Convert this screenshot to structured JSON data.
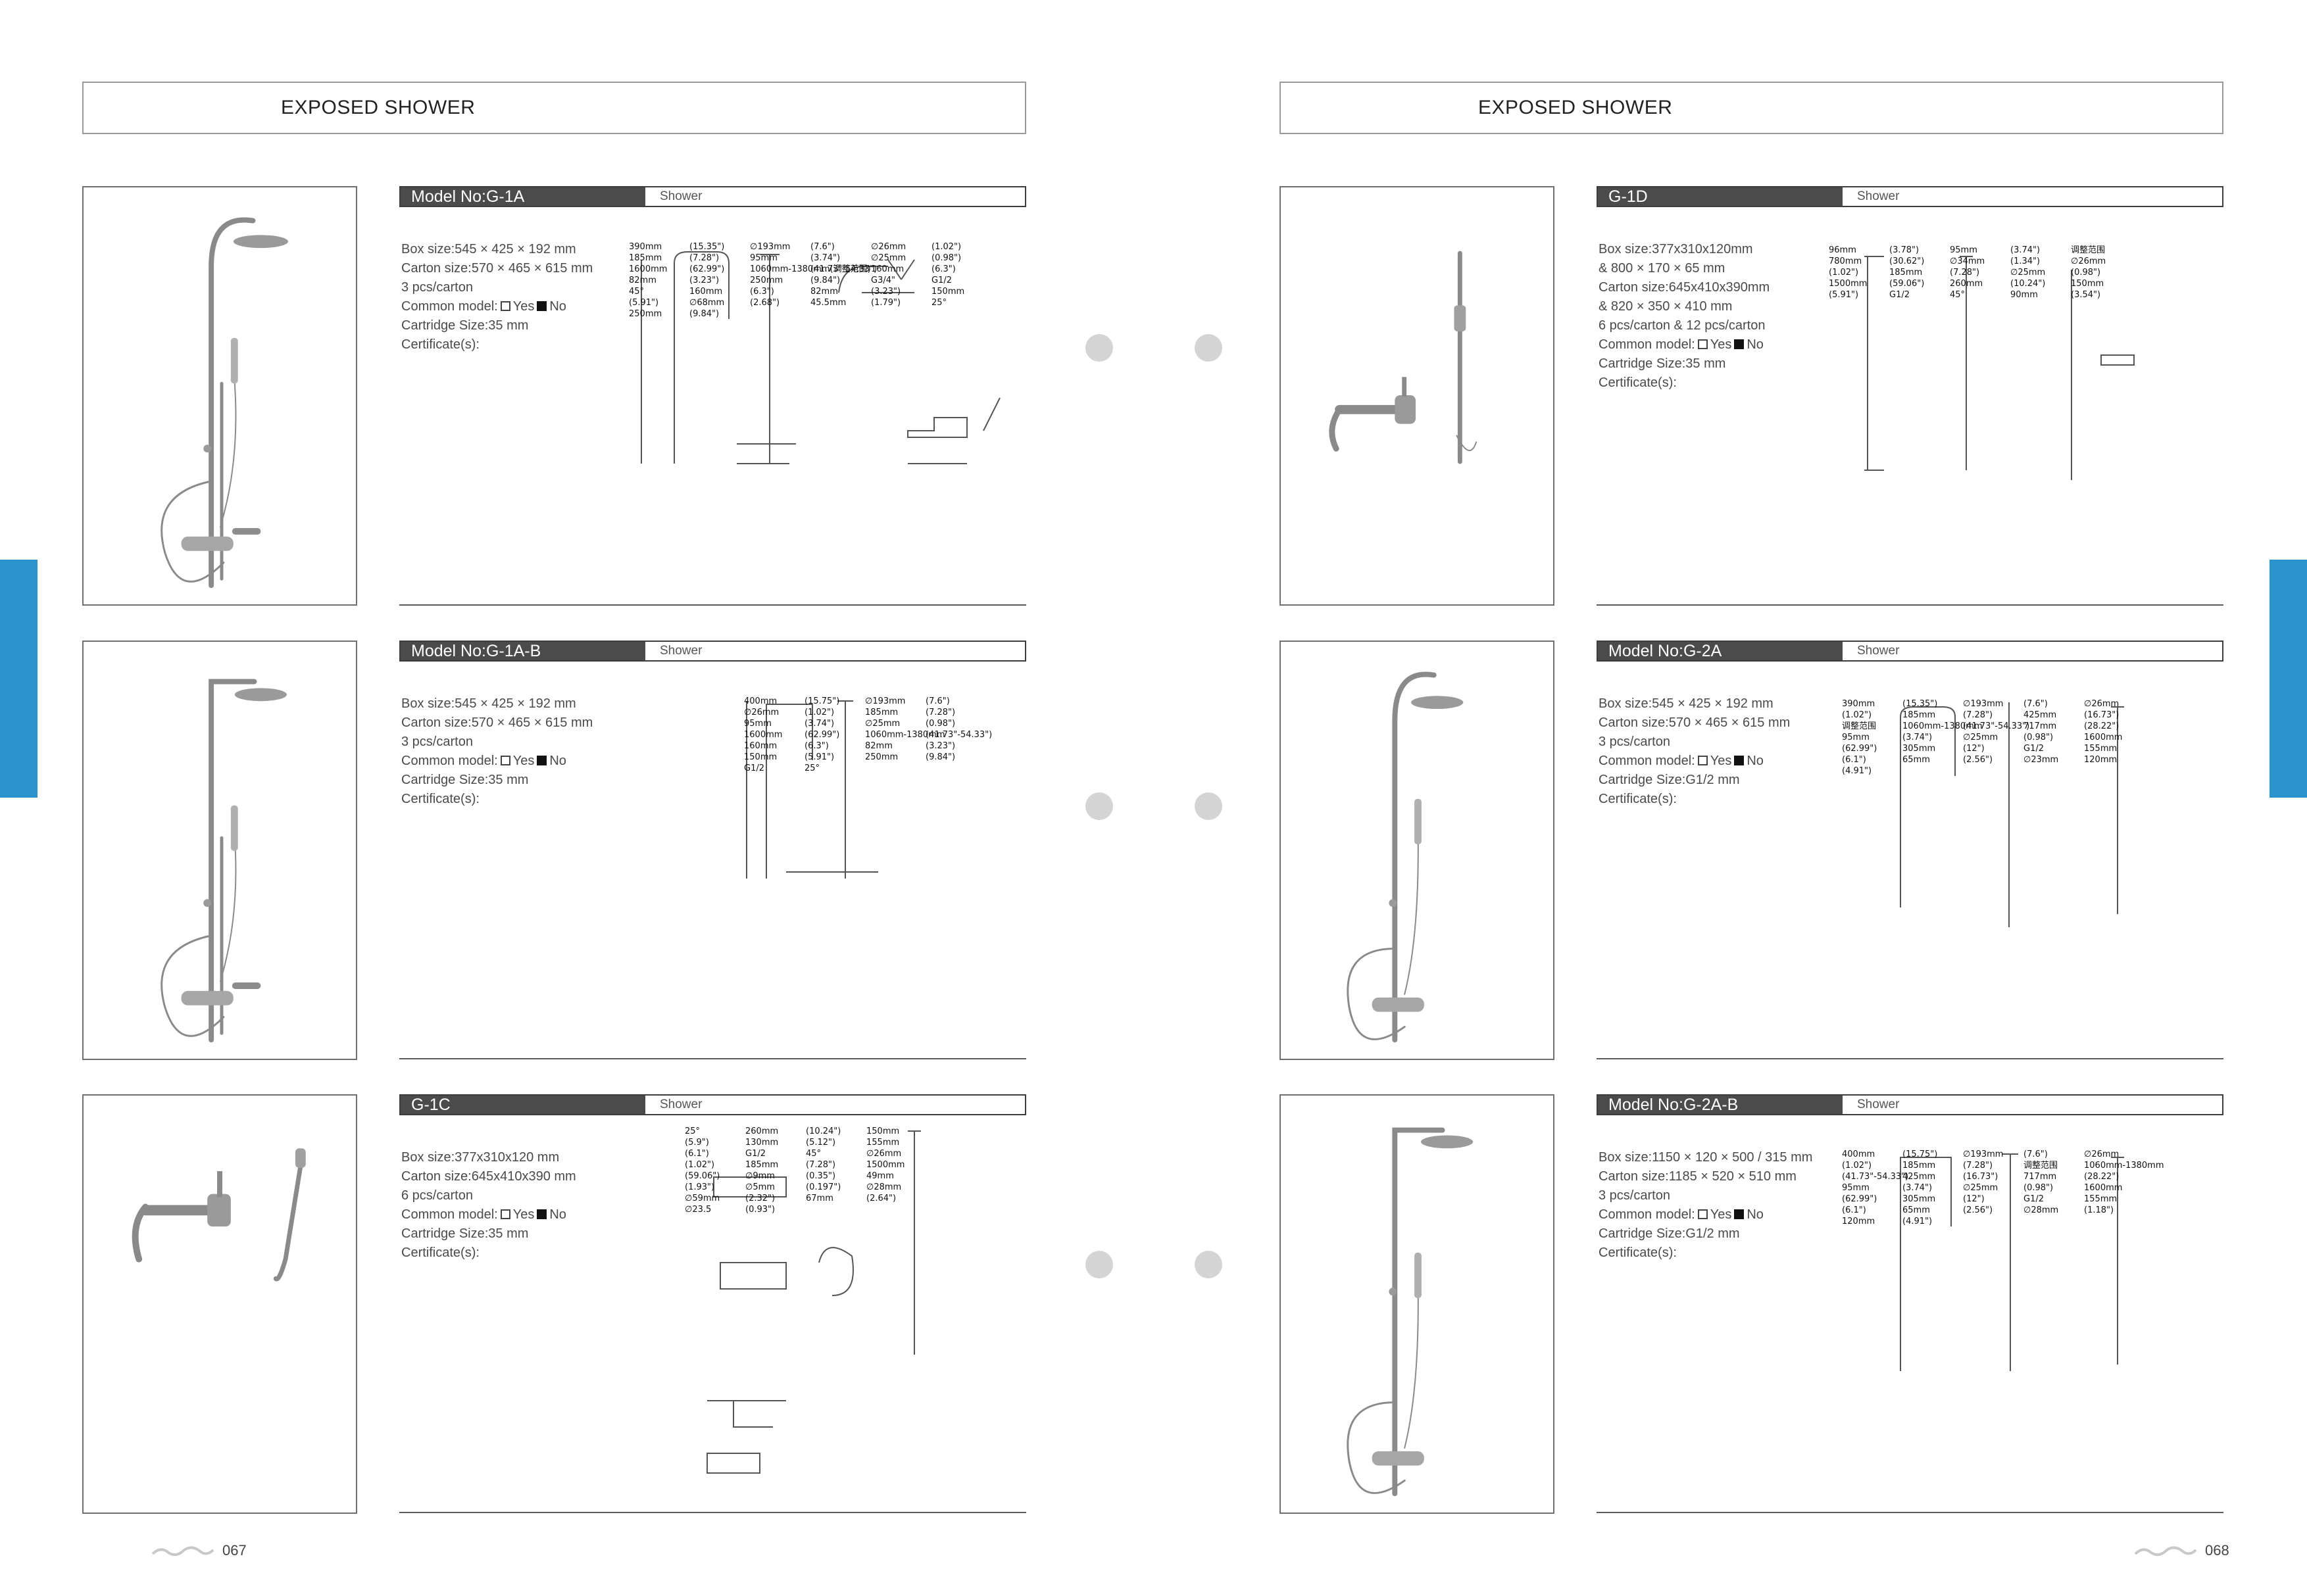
{
  "section_title": "EXPOSED SHOWER",
  "labels": {
    "yes": "Yes",
    "no": "No"
  },
  "accent_color": "#2a93cc",
  "pages": {
    "left": {
      "page_number": "067",
      "logo_icon": "brand-wave-logo-icon",
      "products": [
        {
          "model": "Model No:G-1A",
          "category": "Shower",
          "specs": [
            "Box size:545 × 425 × 192 mm",
            "Carton size:570 × 465 × 615 mm",
            "3 pcs/carton"
          ],
          "common_model_label": "Common model:",
          "cartridge": "Cartridge Size:35 mm",
          "certificate": "Certificate(s):",
          "dims": [
            "390mm",
            "(15.35\")",
            "∅193mm",
            "(7.6\")",
            "∅26mm",
            "(1.02\")",
            "185mm",
            "(7.28\")",
            "95mm",
            "(3.74\")",
            "∅25mm",
            "(0.98\")",
            "1600mm",
            "(62.99\")",
            "1060mm-1380mm(调整范围)",
            "(41.73\"-54.33\")",
            "160mm",
            "(6.3\")",
            "82mm",
            "(3.23\")",
            "250mm",
            "(9.84\")",
            "G3/4\"",
            "G1/2",
            "45°",
            "160mm",
            "(6.3\")",
            "82mm",
            "(3.23\")",
            "150mm",
            "(5.91\")",
            "∅68mm",
            "(2.68\")",
            "45.5mm",
            "(1.79\")",
            "25°",
            "250mm",
            "(9.84\")"
          ]
        },
        {
          "model": "Model No:G-1A-B",
          "category": "Shower",
          "specs": [
            "Box size:545 × 425 × 192 mm",
            "Carton size:570 × 465 × 615 mm",
            "3 pcs/carton"
          ],
          "common_model_label": "Common model:",
          "cartridge": "Cartridge Size:35 mm",
          "certificate": "Certificate(s):",
          "dims": [
            "400mm",
            "(15.75\")",
            "∅193mm",
            "(7.6\")",
            "∅26mm",
            "(1.02\")",
            "185mm",
            "(7.28\")",
            "95mm",
            "(3.74\")",
            "∅25mm",
            "(0.98\")",
            "1600mm",
            "(62.99\")",
            "1060mm-1380mm",
            "(41.73\"-54.33\")",
            "160mm",
            "(6.3\")",
            "82mm",
            "(3.23\")",
            "150mm",
            "(5.91\")",
            "250mm",
            "(9.84\")",
            "G1/2",
            "25°"
          ]
        },
        {
          "model": "G-1C",
          "category": "Shower",
          "specs": [
            "Box size:377x310x120 mm",
            "Carton size:645x410x390 mm",
            "6 pcs/carton"
          ],
          "common_model_label": "Common model:",
          "cartridge": "Cartridge Size:35 mm",
          "certificate": "Certificate(s):",
          "dims": [
            "25°",
            "260mm",
            "(10.24\")",
            "150mm",
            "(5.9\")",
            "130mm",
            "(5.12\")",
            "155mm",
            "(6.1\")",
            "G1/2",
            "45°",
            "∅26mm",
            "(1.02\")",
            "185mm",
            "(7.28\")",
            "1500mm",
            "(59.06\")",
            "∅9mm",
            "(0.35\")",
            "49mm",
            "(1.93\")",
            "∅5mm",
            "(0.197\")",
            "∅28mm",
            "∅59mm",
            "(2.32\")",
            "67mm",
            "(2.64\")",
            "∅23.5",
            "(0.93\")"
          ]
        }
      ]
    },
    "right": {
      "page_number": "068",
      "logo_icon": "brand-wave-logo-icon",
      "products": [
        {
          "model": "G-1D",
          "category": "Shower",
          "specs": [
            "Box size:377x310x120mm",
            "& 800 × 170 × 65 mm",
            "Carton size:645x410x390mm",
            "& 820 × 350 × 410 mm",
            "6 pcs/carton & 12 pcs/carton"
          ],
          "common_model_label": "Common model:",
          "cartridge": "Cartridge Size:35 mm",
          "certificate": "Certificate(s):",
          "dims": [
            "96mm",
            "(3.78\")",
            "95mm",
            "(3.74\")",
            "调整范围",
            "780mm",
            "(30.62\")",
            "∅34mm",
            "(1.34\")",
            "∅26mm",
            "(1.02\")",
            "185mm",
            "(7.28\")",
            "∅25mm",
            "(0.98\")",
            "1500mm",
            "(59.06\")",
            "260mm",
            "(10.24\")",
            "150mm",
            "(5.91\")",
            "G1/2",
            "45°",
            "90mm",
            "(3.54\")"
          ]
        },
        {
          "model": "Model No:G-2A",
          "category": "Shower",
          "specs": [
            "Box size:545 × 425 × 192 mm",
            "Carton size:570 × 465 × 615 mm",
            "3 pcs/carton"
          ],
          "common_model_label": "Common model:",
          "cartridge": "Cartridge Size:G1/2 mm",
          "certificate": "Certificate(s):",
          "dims": [
            "390mm",
            "(15.35\")",
            "∅193mm",
            "(7.6\")",
            "∅26mm",
            "(1.02\")",
            "185mm",
            "(7.28\")",
            "425mm",
            "(16.73\")",
            "调整范围",
            "1060mm-1380mm",
            "(41.73\"-54.33\")",
            "717mm",
            "(28.22\")",
            "95mm",
            "(3.74\")",
            "∅25mm",
            "(0.98\")",
            "1600mm",
            "(62.99\")",
            "305mm",
            "(12\")",
            "G1/2",
            "155mm",
            "(6.1\")",
            "65mm",
            "(2.56\")",
            "∅23mm",
            "120mm",
            "(4.91\")"
          ]
        },
        {
          "model": "Model No:G-2A-B",
          "category": "Shower",
          "specs": [
            "Box size:1150 × 120 × 500 / 315 mm",
            "Carton size:1185 × 520 × 510 mm",
            "3 pcs/carton"
          ],
          "common_model_label": "Common model:",
          "cartridge": "Cartridge Size:G1/2 mm",
          "certificate": "Certificate(s):",
          "dims": [
            "400mm",
            "(15.75\")",
            "∅193mm",
            "(7.6\")",
            "∅26mm",
            "(1.02\")",
            "185mm",
            "(7.28\")",
            "调整范围",
            "1060mm-1380mm",
            "(41.73\"-54.33\")",
            "425mm",
            "(16.73\")",
            "717mm",
            "(28.22\")",
            "95mm",
            "(3.74\")",
            "∅25mm",
            "(0.98\")",
            "1600mm",
            "(62.99\")",
            "305mm",
            "(12\")",
            "G1/2",
            "155mm",
            "(6.1\")",
            "65mm",
            "(2.56\")",
            "∅28mm",
            "(1.18\")",
            "120mm",
            "(4.91\")"
          ]
        }
      ]
    }
  }
}
